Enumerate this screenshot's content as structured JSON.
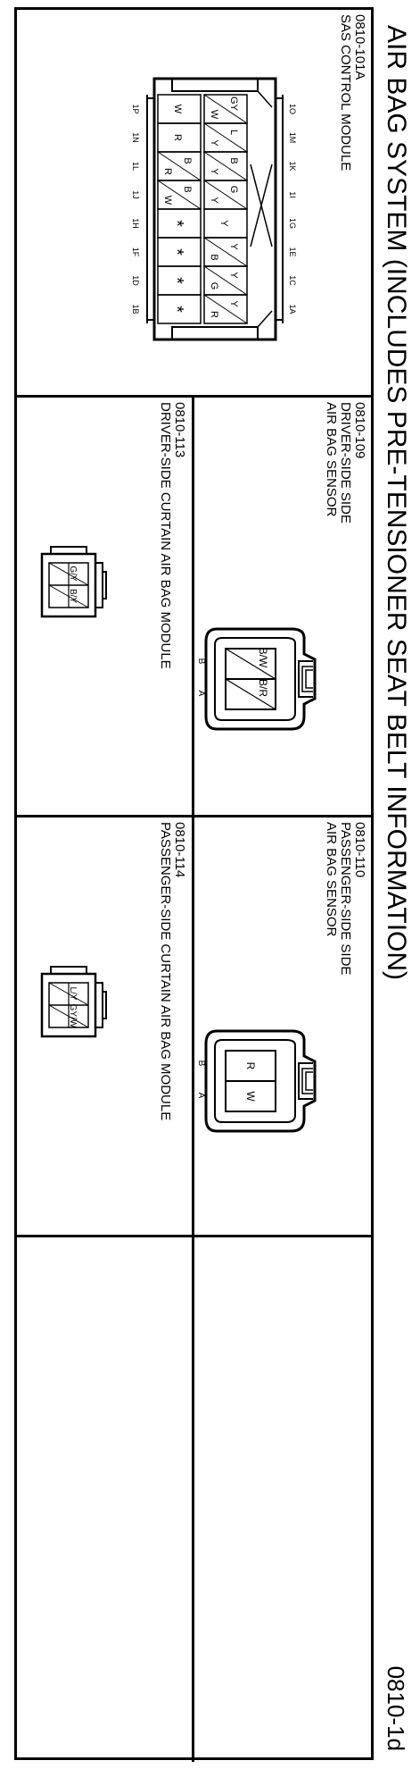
{
  "page": {
    "title": "AIR BAG SYSTEM (INCLUDES PRE-TENSIONER SEAT BELT INFORMATION)",
    "number": "0810-1d"
  },
  "connectors": [
    {
      "code": "0810-101A",
      "name": "SAS CONTROL MODULE",
      "pins_top": [
        "1O",
        "1M",
        "1K",
        "1I",
        "1G",
        "1E",
        "1C",
        "1A"
      ],
      "pins_bottom": [
        "1P",
        "1N",
        "1L",
        "1J",
        "1H",
        "1F",
        "1D",
        "1B"
      ],
      "wires_top": [
        "GY/W",
        "L/Y",
        "B/Y",
        "G/Y",
        "Y",
        "Y/B",
        "Y/G",
        "Y/R"
      ],
      "wires_bottom": [
        "W",
        "R",
        "B/R",
        "B/W",
        "*",
        "*",
        "*",
        "*"
      ]
    },
    {
      "code": "0810-109",
      "name_lines": [
        "DRIVER-SIDE SIDE",
        "AIR BAG SENSOR"
      ],
      "pins": [
        "B",
        "A"
      ],
      "wires": [
        "B/W",
        "B/R"
      ]
    },
    {
      "code": "0810-113",
      "name": "DRIVER-SIDE CURTAIN AIR BAG MODULE",
      "wires": [
        "G/Y",
        "B/Y"
      ]
    },
    {
      "code": "0810-110",
      "name_lines": [
        "PASSENGER-SIDE SIDE",
        "AIR BAG SENSOR"
      ],
      "pins": [
        "B",
        "A"
      ],
      "wires": [
        "R",
        "W"
      ]
    },
    {
      "code": "0810-114",
      "name": "PASSENGER-SIDE CURTAIN AIR BAG MODULE",
      "wires": [
        "L/Y",
        "GY/W"
      ]
    }
  ]
}
